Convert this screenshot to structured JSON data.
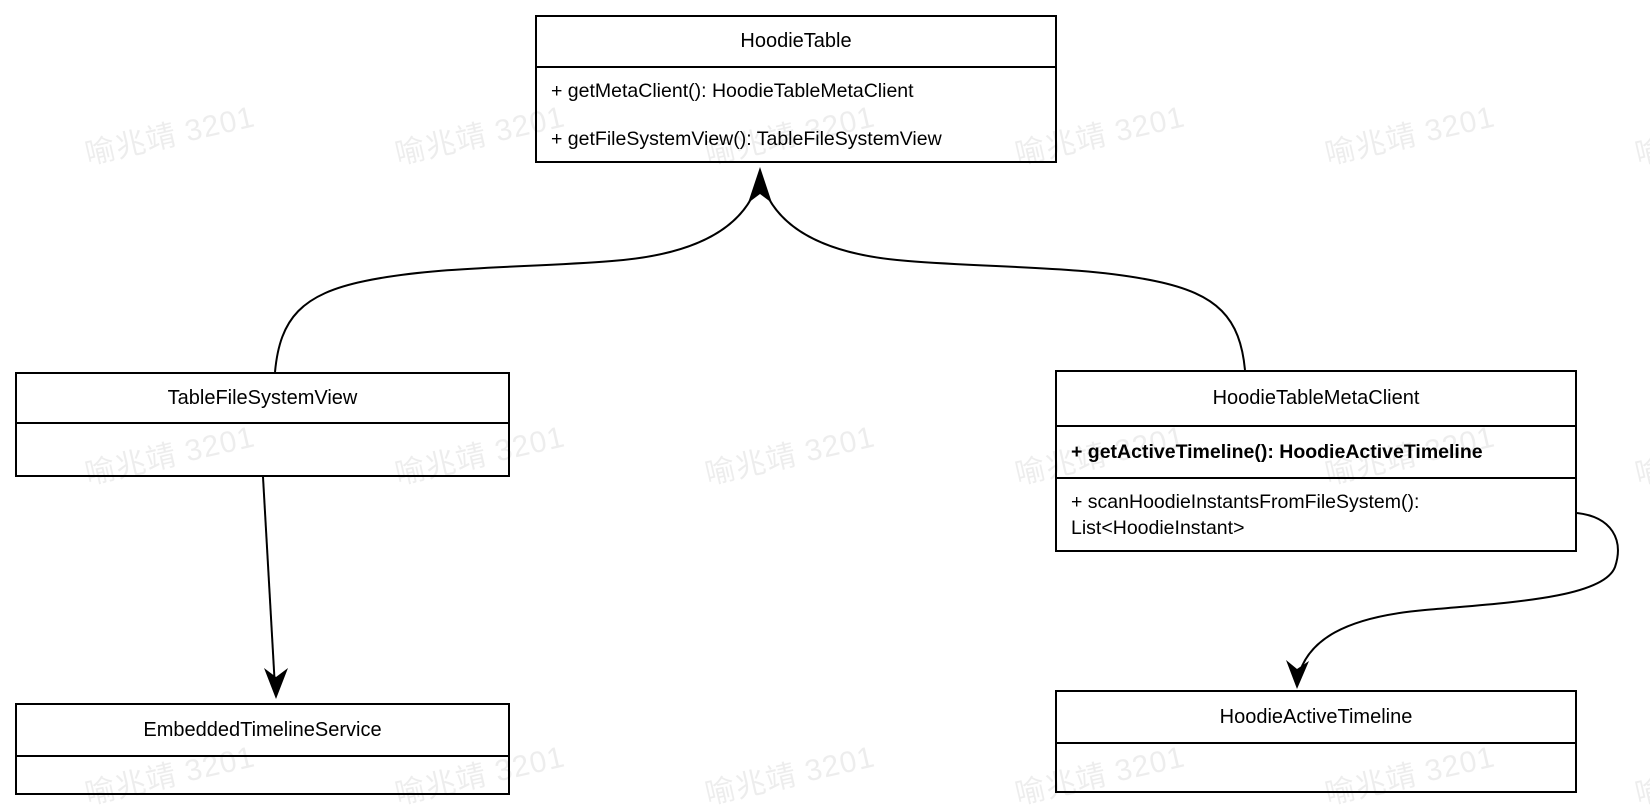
{
  "watermark": {
    "text": "喻兆靖 3201"
  },
  "classes": {
    "hoodieTable": {
      "title": "HoodieTable",
      "method1": "+ getMetaClient(): HoodieTableMetaClient",
      "method2": "+ getFileSystemView(): TableFileSystemView"
    },
    "tableFileSystemView": {
      "title": "TableFileSystemView"
    },
    "hoodieTableMetaClient": {
      "title": "HoodieTableMetaClient",
      "method1": "+ getActiveTimeline(): HoodieActiveTimeline",
      "method2": "+ scanHoodieInstantsFromFileSystem(): List<HoodieInstant>"
    },
    "embeddedTimelineService": {
      "title": "EmbeddedTimelineService"
    },
    "hoodieActiveTimeline": {
      "title": "HoodieActiveTimeline"
    }
  },
  "edges": [
    {
      "from": "TableFileSystemView",
      "to": "HoodieTable",
      "style": "curved-open-arrow"
    },
    {
      "from": "HoodieTableMetaClient",
      "to": "HoodieTable",
      "style": "curved-open-arrow"
    },
    {
      "from": "TableFileSystemView",
      "to": "EmbeddedTimelineService",
      "style": "straight-arrow"
    },
    {
      "from": "HoodieTableMetaClient",
      "to": "HoodieActiveTimeline",
      "style": "s-curve-arrow"
    }
  ],
  "colors": {
    "stroke": "#000000",
    "background": "#ffffff",
    "watermark": "rgba(0,0,0,0.07)"
  }
}
